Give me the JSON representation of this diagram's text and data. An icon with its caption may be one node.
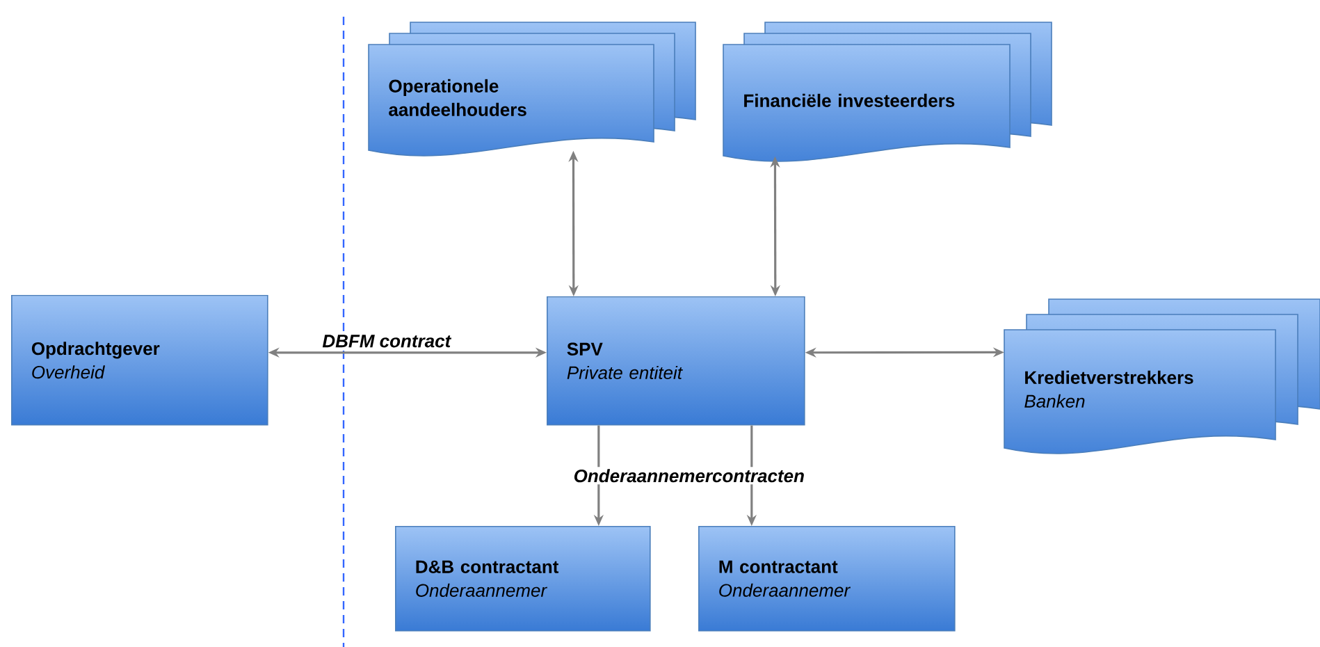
{
  "diagram": {
    "nodes": [
      {
        "text": [
          "Operationele aandeelhouders"
        ]
      },
      {
        "text": [
          "Financiële investeerders"
        ]
      },
      {
        "text": [
          "Opdrachtgever",
          "Overheid"
        ]
      },
      {
        "text": [
          "SPV",
          "Private entiteit"
        ]
      },
      {
        "text": [
          "Kredietverstrekkers",
          "Banken"
        ]
      },
      {
        "text": [
          "D&B contractant",
          "Onderaannemer"
        ]
      },
      {
        "text": [
          "M contractant",
          "Onderaannemer"
        ]
      }
    ],
    "edges": [
      {
        "from": 0,
        "to": 3,
        "arrow": "both"
      },
      {
        "from": 1,
        "to": 3,
        "arrow": "both"
      },
      {
        "from": 2,
        "to": 3,
        "arrow": "both",
        "label": "DBFM contract"
      },
      {
        "from": 3,
        "to": 4,
        "arrow": "both"
      },
      {
        "from": 3,
        "to": 5,
        "arrow": "to",
        "label": "Onderaannemercontracten"
      },
      {
        "from": 3,
        "to": 6,
        "arrow": "to"
      }
    ]
  }
}
